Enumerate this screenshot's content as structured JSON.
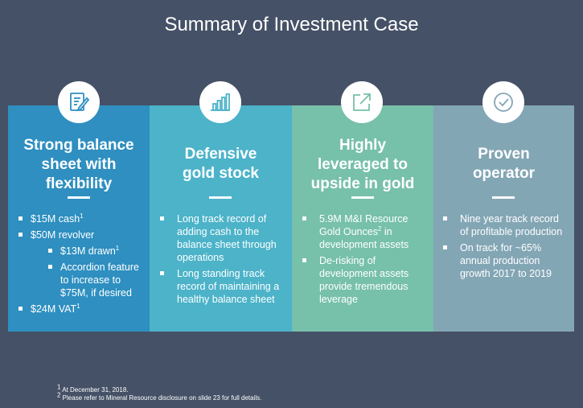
{
  "title": "Summary of Investment Case",
  "icons": [
    "document-edit-icon",
    "bar-chart-icon",
    "external-link-icon",
    "checkmark-icon"
  ],
  "colors": {
    "background": "#455166",
    "panel1": "#2e8fc0",
    "panel2": "#4cb3c9",
    "panel3": "#77c0aa",
    "panel4": "#83a6b5"
  },
  "panels": [
    {
      "heading": [
        "Strong balance",
        "sheet with",
        "flexibility"
      ],
      "bullets": [
        {
          "text": "$15M cash",
          "sup": "1"
        },
        {
          "text": "$50M revolver",
          "sup": ""
        },
        {
          "text": "$13M drawn",
          "sup": "1"
        },
        {
          "text": "Accordion feature to increase to $75M, if desired",
          "sup": ""
        },
        {
          "text": "$24M VAT",
          "sup": "1"
        }
      ]
    },
    {
      "heading": [
        "Defensive",
        "gold stock"
      ],
      "bullets": [
        {
          "text": "Long track record of adding cash to the balance sheet through operations"
        },
        {
          "text": "Long standing track record of maintaining a healthy balance sheet"
        }
      ]
    },
    {
      "heading": [
        "Highly",
        "leveraged to",
        "upside in gold"
      ],
      "bullets": [
        {
          "text_a": "5.9M M&I Resource Gold Ounces",
          "sup": "2",
          "text_b": " in development assets"
        },
        {
          "text": "De-risking of development assets provide tremendous leverage"
        }
      ]
    },
    {
      "heading": [
        "Proven",
        "operator"
      ],
      "bullets": [
        {
          "text": "Nine year track record of profitable production"
        },
        {
          "text": "On track for ~65% annual production growth 2017 to 2019"
        }
      ]
    }
  ],
  "footnotes": [
    {
      "sup": "1",
      "text": " At December 31, 2018."
    },
    {
      "sup": "2",
      "text": " Please refer to Mineral Resource disclosure on slide 23 for full details."
    }
  ]
}
